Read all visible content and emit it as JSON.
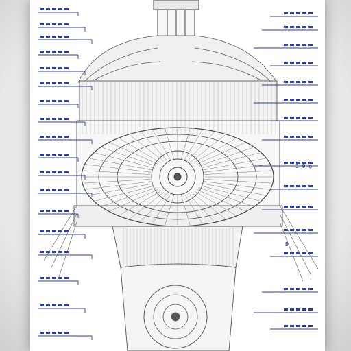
{
  "drawing": {
    "kind": "technical blueprint sketch",
    "ink_color": "#2d3f99",
    "line_color": "#555555",
    "labels": [
      "3 9 g",
      "B"
    ]
  }
}
